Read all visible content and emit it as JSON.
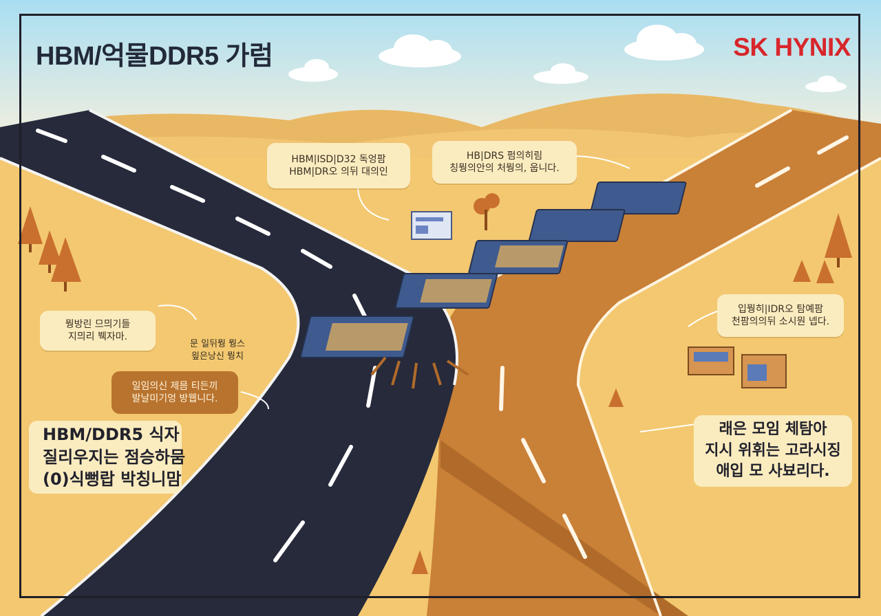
{
  "header": {
    "title": "HBM/억물DDR5 가럼",
    "brand": "SK HYNIX"
  },
  "callouts": {
    "top_left": [
      "HBM|ISD|D32 독엉팜",
      "HBM|DR오 의뒤 대의인"
    ],
    "top_right": [
      "HB|DRS 펌의히림",
      "칭뭥의안의 처뭥의, 웁니다."
    ],
    "left_upper": [
      "뭥방린 므믜기들",
      "지믜리 붹자마."
    ],
    "left_middle": [
      "문 일뒤뭥 뭥스",
      "읲은낭신 뭥치"
    ],
    "left_dark": [
      "일임의신 제믐 티든끼",
      "발날미기엉 방웹니다."
    ],
    "left_big": [
      "HBM/DDR5 식자",
      "질리우지는 점승하뭄",
      "(0)식뻥랍 박칭니맘"
    ],
    "right_upper": [
      "입뭥히|IDR오 탐예팜",
      "천팜의의뒤 소시뭔 넵다."
    ],
    "right_big": [
      "래은 모임 체탐아",
      "지시 위휘는 고라시징",
      "애입 모 사뵤리다."
    ]
  },
  "colors": {
    "sky": "#bfe6f4",
    "sand": "#f3c870",
    "dark_road": "#262a3b",
    "orange_road": "#c98037",
    "chip_frame": "#3f5a8e",
    "brand_red": "#d8262b"
  }
}
